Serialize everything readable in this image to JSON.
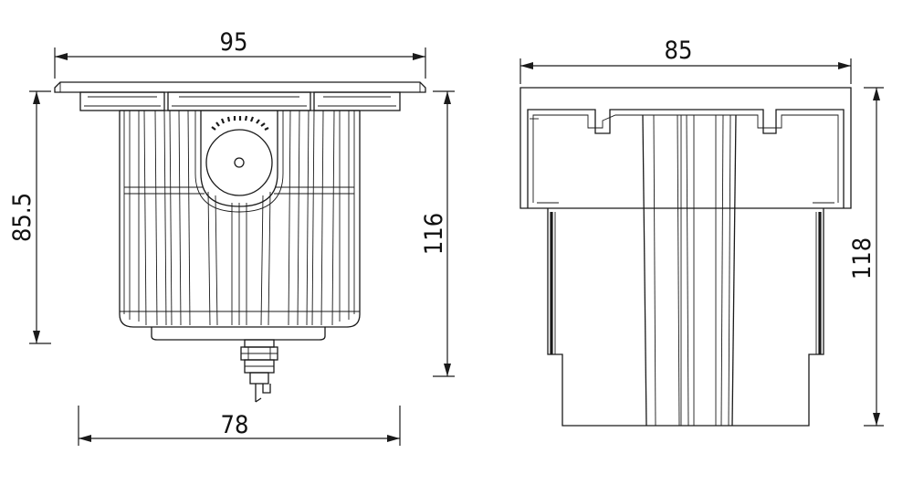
{
  "dimensions": {
    "front_width_top": "95",
    "front_height_body": "85.5",
    "front_height_total": "116",
    "front_width_bottom": "78",
    "side_width": "85",
    "side_height": "118"
  }
}
